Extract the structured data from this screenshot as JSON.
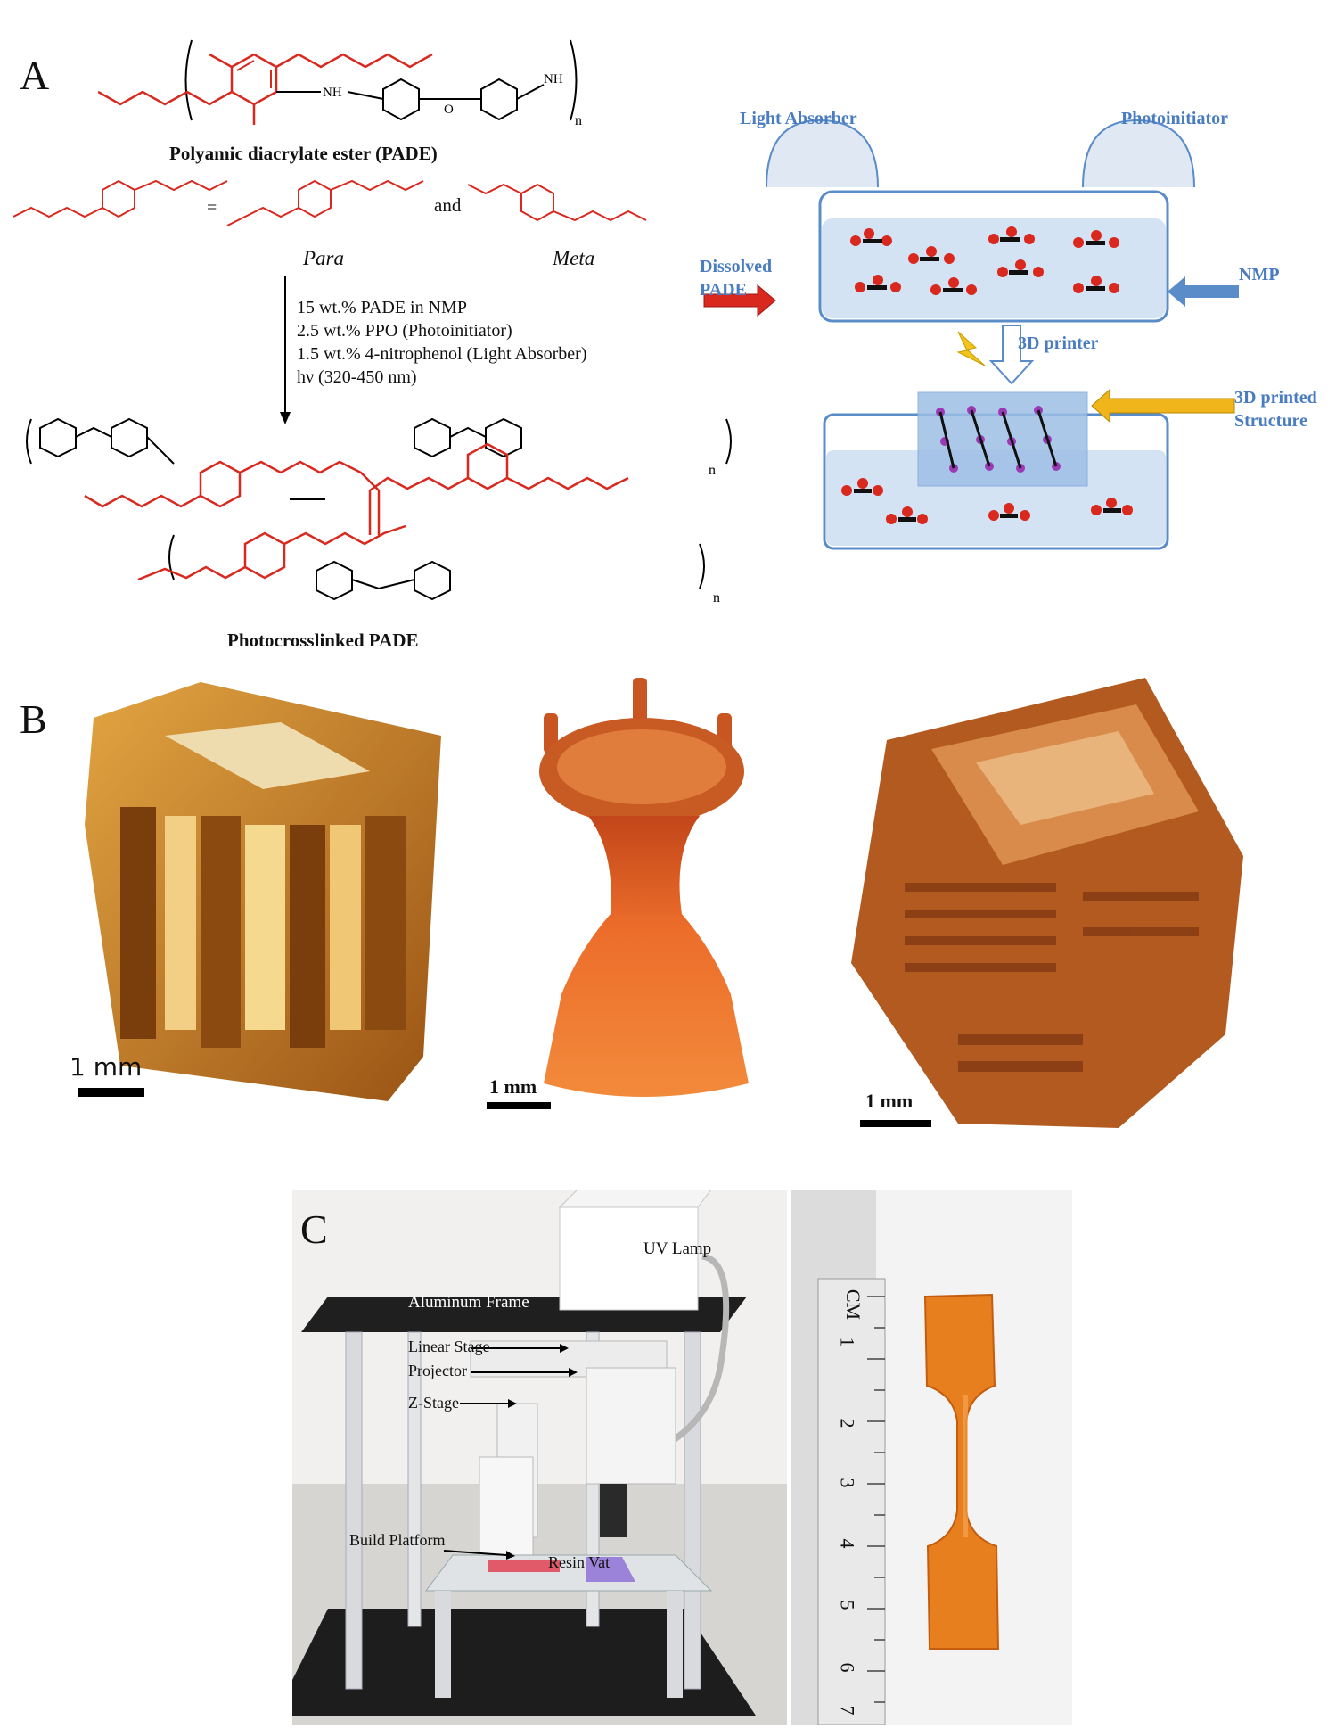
{
  "panels": {
    "a": "A",
    "b": "B",
    "c": "C"
  },
  "panel_a": {
    "pade_title": "Polyamic diacrylate ester (PADE)",
    "equals": "=",
    "and_label": "and",
    "para_label": "Para",
    "meta_label": "Meta",
    "subscript_n": "n",
    "nh": "NH",
    "o": "O",
    "conditions": [
      "15 wt.% PADE in NMP",
      "2.5 wt.% PPO (Photoinitiator)",
      "1.5 wt.% 4-nitrophenol (Light Absorber)",
      "hν (320-450 nm)"
    ],
    "crosslinked_title": "Photocrosslinked PADE",
    "schematic": {
      "light_absorber": "Light Absorber",
      "photoinitiator": "Photoinitiator",
      "dissolved_pade_line1": "Dissolved",
      "dissolved_pade_line2": "PADE",
      "nmp": "NMP",
      "printer_3d": "3D printer",
      "printed_structure_line1": "3D printed",
      "printed_structure_line2": "Structure"
    }
  },
  "panel_b": {
    "scale_left": "1 mm",
    "scale_middle": "1 mm",
    "scale_right": "1 mm"
  },
  "panel_c": {
    "uv_lamp": "UV Lamp",
    "aluminum_frame": "Aluminum Frame",
    "linear_stage": "Linear Stage",
    "projector": "Projector",
    "z_stage": "Z-Stage",
    "build_platform": "Build Platform",
    "resin_vat": "Resin Vat",
    "ruler_unit": "CM",
    "ruler_numbers": [
      "1",
      "2",
      "3",
      "4",
      "5",
      "6",
      "7"
    ]
  },
  "colors": {
    "chem_red": "#d9281e",
    "schematic_blue": "#4a7cc0",
    "resin_orange": "#e0701f",
    "amber": "#b8751e"
  }
}
